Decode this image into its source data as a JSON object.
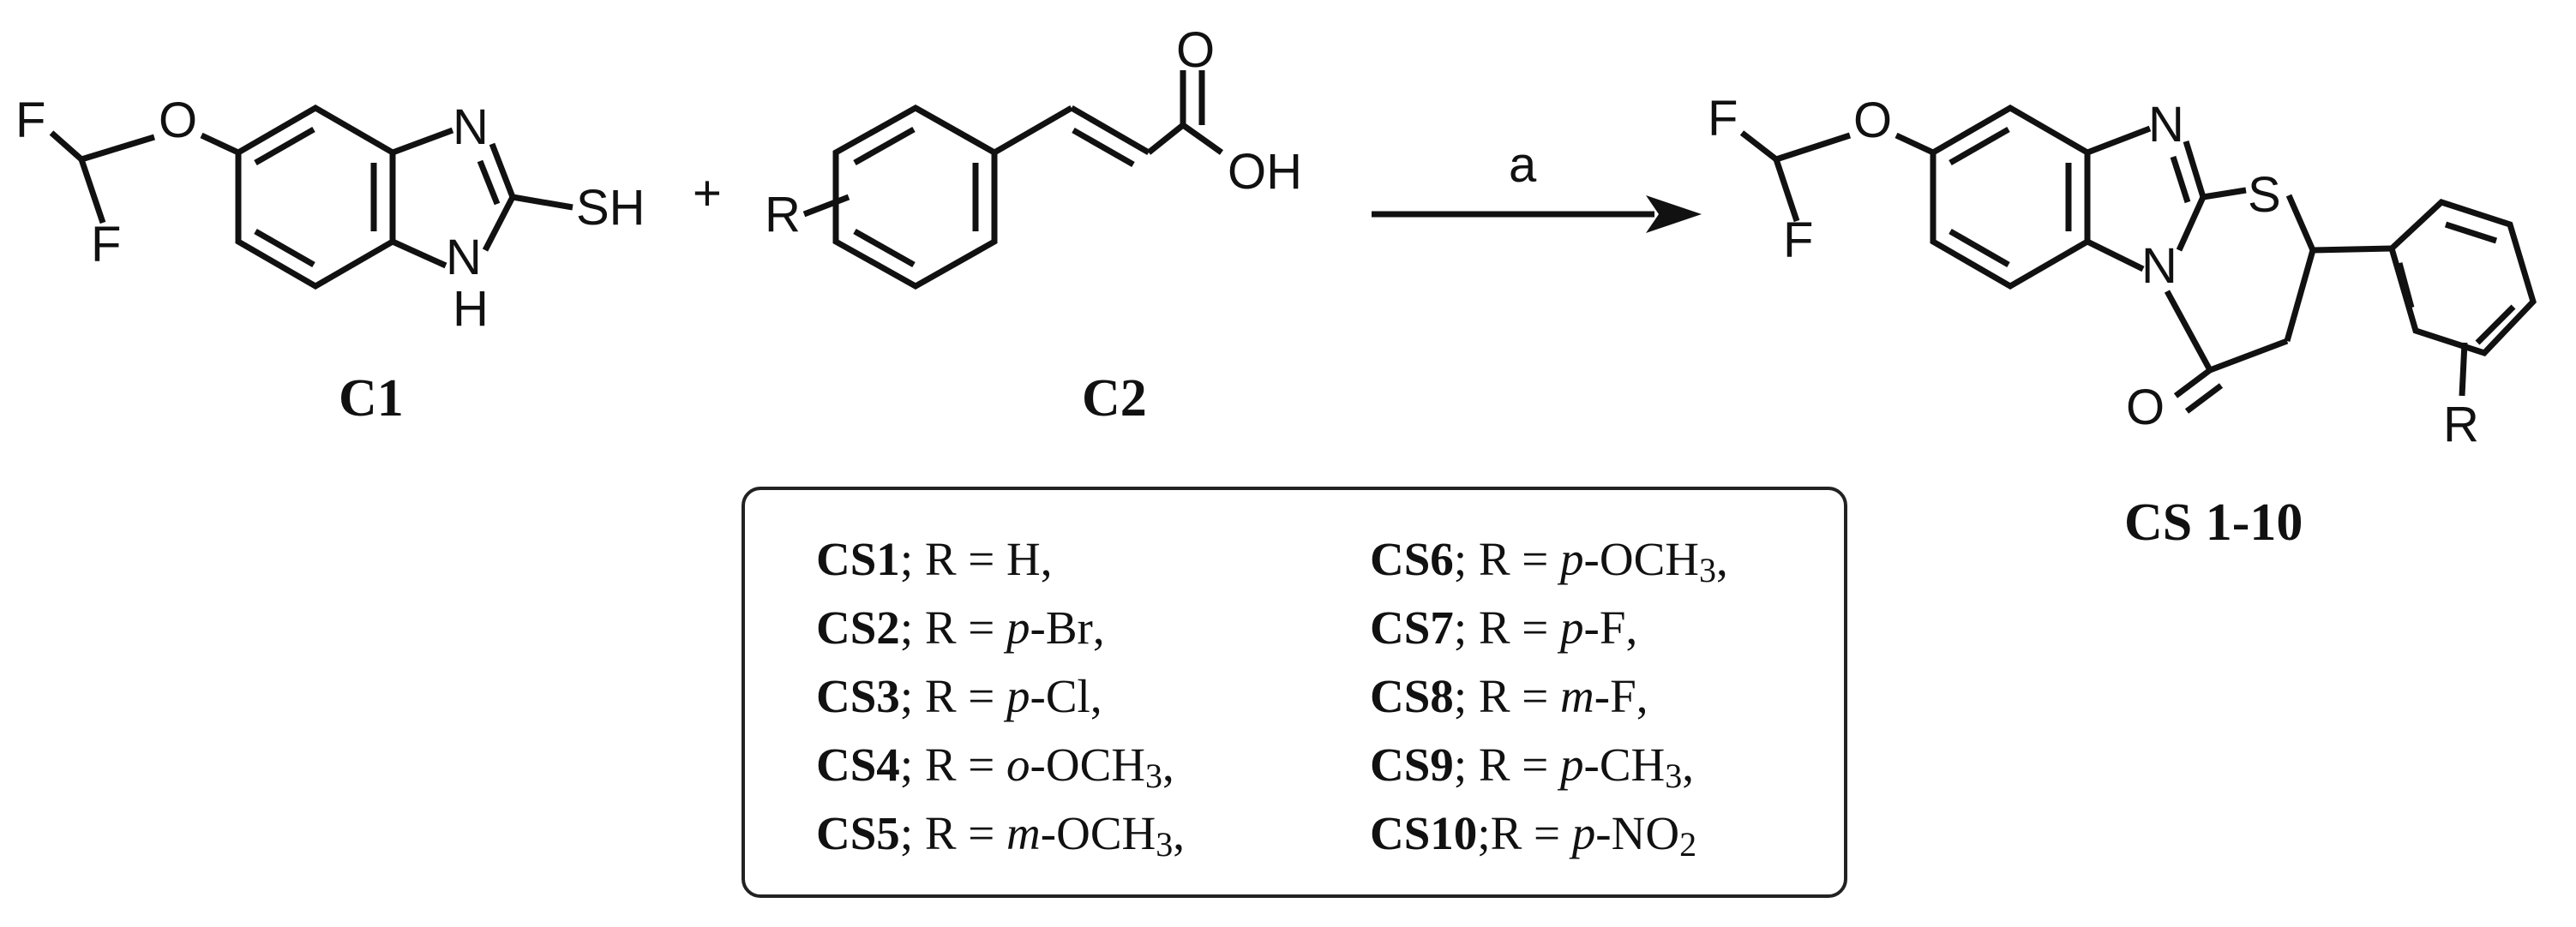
{
  "compounds": {
    "c1": "C1",
    "c2": "C2",
    "product": "CS 1-10"
  },
  "atoms": {
    "F": "F",
    "O": "O",
    "N": "N",
    "H": "H",
    "SH": "SH",
    "S": "S",
    "OH": "OH",
    "R": "R",
    "plus": "+"
  },
  "arrow_condition": "a",
  "legend": {
    "left": [
      {
        "name": "CS1",
        "sep": "; R = ",
        "pos": "",
        "group": "H",
        "sub": "",
        "tail": ","
      },
      {
        "name": "CS2",
        "sep": "; R = ",
        "pos": "p",
        "group": "-Br",
        "sub": "",
        "tail": ","
      },
      {
        "name": "CS3",
        "sep": "; R = ",
        "pos": "p",
        "group": "-Cl",
        "sub": "",
        "tail": ","
      },
      {
        "name": "CS4",
        "sep": "; R = ",
        "pos": "o",
        "group": "-OCH",
        "sub": "3",
        "tail": ","
      },
      {
        "name": "CS5",
        "sep": "; R = ",
        "pos": "m",
        "group": "-OCH",
        "sub": "3",
        "tail": ","
      }
    ],
    "right": [
      {
        "name": "CS6",
        "sep": "; R = ",
        "pos": "p",
        "group": "-OCH",
        "sub": "3",
        "tail": ","
      },
      {
        "name": "CS7",
        "sep": "; R = ",
        "pos": "p",
        "group": "-F",
        "sub": "",
        "tail": ","
      },
      {
        "name": "CS8",
        "sep": "; R = ",
        "pos": "m",
        "group": "-F",
        "sub": "",
        "tail": ","
      },
      {
        "name": "CS9",
        "sep": "; R = ",
        "pos": "p",
        "group": "-CH",
        "sub": "3",
        "tail": ","
      },
      {
        "name": "CS10",
        "sep": ";R = ",
        "pos": "p",
        "group": "-NO",
        "sub": "2",
        "tail": ""
      }
    ]
  }
}
